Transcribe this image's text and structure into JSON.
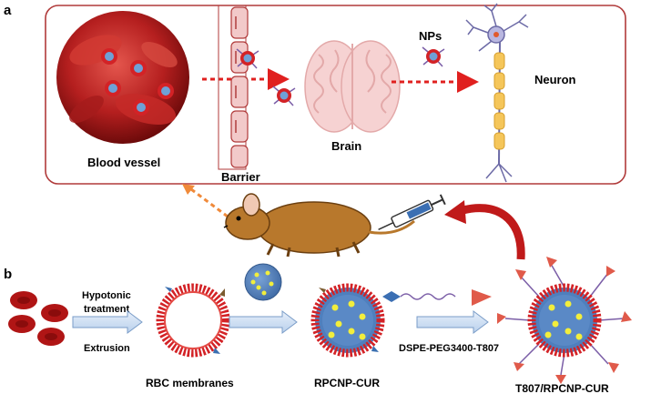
{
  "panel_a": {
    "letter": "a",
    "blood_vessel": "Blood vessel",
    "barrier": "Barrier",
    "brain": "Brain",
    "nps": "NPs",
    "neuron": "Neuron"
  },
  "panel_b": {
    "letter": "b",
    "hypotonic_line1": "Hypotonic",
    "hypotonic_line2": "treatment",
    "extrusion": "Extrusion",
    "rbc_membranes": "RBC membranes",
    "rpcnp": "RPCNP-CUR",
    "dspe": "DSPE-PEG3400-T807",
    "final": "T807/RPCNP-CUR"
  },
  "colors": {
    "red": "#d32226",
    "blue": "#4f7fbd",
    "yellow": "#f2ee3c",
    "arrow_fill": "#cfe0f5",
    "panel_border": "#b03a3a",
    "dotted_red": "#e0201f",
    "dotted_orange": "#f08a3a"
  }
}
